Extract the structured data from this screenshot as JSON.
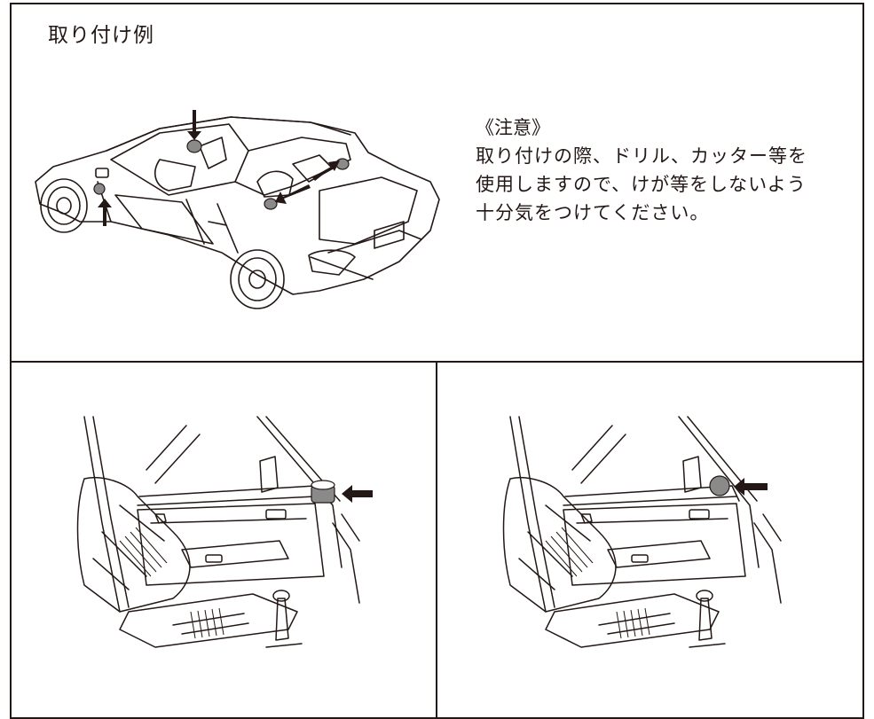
{
  "title": "取り付け例",
  "caution": {
    "heading": "《注意》",
    "lines": [
      "取り付けの際、ドリル、カッター等を",
      "使用しますので、けが等をしないよう",
      "十分気をつけてください。"
    ]
  },
  "colors": {
    "line": "#231815",
    "marker": "#8a8a8a"
  },
  "illustrations": {
    "car": "car-top-view-with-mount-arrows",
    "interior_left": "interior-dashboard-mount",
    "interior_right": "interior-pillar-mount"
  }
}
